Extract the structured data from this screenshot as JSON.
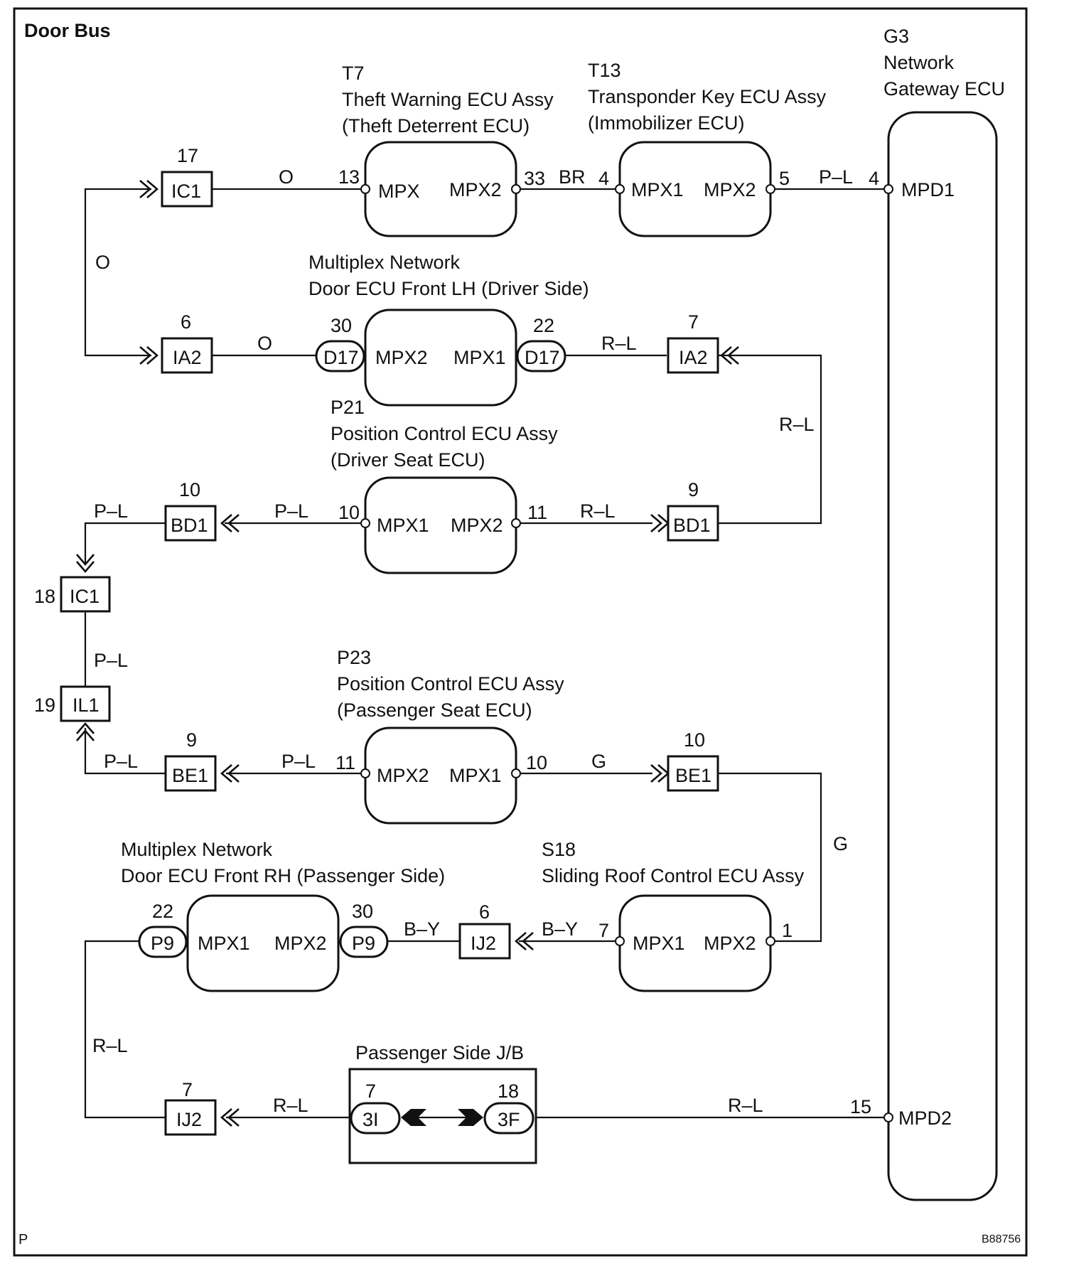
{
  "title": "Door Bus",
  "corner_left": "P",
  "corner_right": "B88756",
  "ecus": {
    "gateway": {
      "code": "G3",
      "line1": "Network",
      "line2": "Gateway ECU",
      "term_top": "MPD1",
      "term_bottom": "MPD2"
    },
    "t7": {
      "code": "T7",
      "line1": "Theft Warning ECU Assy",
      "line2": "(Theft Deterrent ECU)",
      "term_left": "MPX",
      "term_right": "MPX2"
    },
    "t13": {
      "code": "T13",
      "line1": "Transponder Key ECU Assy",
      "line2": "(Immobilizer ECU)",
      "term_left": "MPX1",
      "term_right": "MPX2"
    },
    "door_lh": {
      "line1": "Multiplex Network",
      "line2": "Door ECU Front LH (Driver Side)",
      "term_left": "MPX2",
      "term_right": "MPX1"
    },
    "p21": {
      "code": "P21",
      "line1": "Position Control ECU Assy",
      "line2": "(Driver Seat ECU)",
      "term_left": "MPX1",
      "term_right": "MPX2"
    },
    "p23": {
      "code": "P23",
      "line1": "Position Control ECU Assy",
      "line2": "(Passenger Seat ECU)",
      "term_left": "MPX2",
      "term_right": "MPX1"
    },
    "door_rh": {
      "line1": "Multiplex Network",
      "line2": "Door ECU Front RH (Passenger Side)",
      "term_left": "MPX1",
      "term_right": "MPX2"
    },
    "s18": {
      "code": "S18",
      "line1": "Sliding Roof Control ECU Assy",
      "term_left": "MPX1",
      "term_right": "MPX2"
    },
    "jb": {
      "label": "Passenger Side J/B"
    }
  },
  "connectors": {
    "ic1_top": {
      "name": "IC1",
      "pin": "17"
    },
    "ia2_left": {
      "name": "IA2",
      "pin": "6"
    },
    "ia2_right": {
      "name": "IA2",
      "pin": "7"
    },
    "d17_left": {
      "name": "D17",
      "pin": "30"
    },
    "d17_right": {
      "name": "D17",
      "pin": "22"
    },
    "bd1_left": {
      "name": "BD1",
      "pin": "10"
    },
    "bd1_right": {
      "name": "BD1",
      "pin": "9"
    },
    "ic1_mid": {
      "name": "IC1",
      "pin": "18"
    },
    "il1": {
      "name": "IL1",
      "pin": "19"
    },
    "be1_left": {
      "name": "BE1",
      "pin": "9"
    },
    "be1_right": {
      "name": "BE1",
      "pin": "10"
    },
    "p9_left": {
      "name": "P9",
      "pin": "22"
    },
    "p9_right": {
      "name": "P9",
      "pin": "30"
    },
    "ij2_mid": {
      "name": "IJ2",
      "pin": "6"
    },
    "ij2_bottom": {
      "name": "IJ2",
      "pin": "7"
    },
    "c3i": {
      "name": "3I",
      "pin": "7"
    },
    "c3f": {
      "name": "3F",
      "pin": "18"
    }
  },
  "pins": {
    "t7_left": "13",
    "t7_right": "33",
    "t13_left": "4",
    "t13_right": "5",
    "gw_top": "4",
    "gw_bottom": "15",
    "p21_left": "10",
    "p21_right": "11",
    "p23_left": "11",
    "p23_right": "10",
    "s18_left": "7",
    "s18_right": "1"
  },
  "wire_colors": {
    "w_ic1_t7": "O",
    "w_t7_t13": "BR",
    "w_t13_gw": "P–L",
    "w_left_vertical": "O",
    "w_ia2_d17": "O",
    "w_d17_ia2": "R–L",
    "w_right_vertical_1": "R–L",
    "w_bd1_left": "P–L",
    "w_p21_bd1": "P–L",
    "w_p21_bd1r": "R–L",
    "w_ic1_il1": "P–L",
    "w_be1_left": "P–L",
    "w_p23_be1": "P–L",
    "w_p23_be1r": "G",
    "w_right_vertical_2": "G",
    "w_p9_ij2": "B–Y",
    "w_ij2_s18": "B–Y",
    "w_left_vertical_2": "R–L",
    "w_ij2_3i": "R–L",
    "w_3f_gw": "R–L"
  }
}
